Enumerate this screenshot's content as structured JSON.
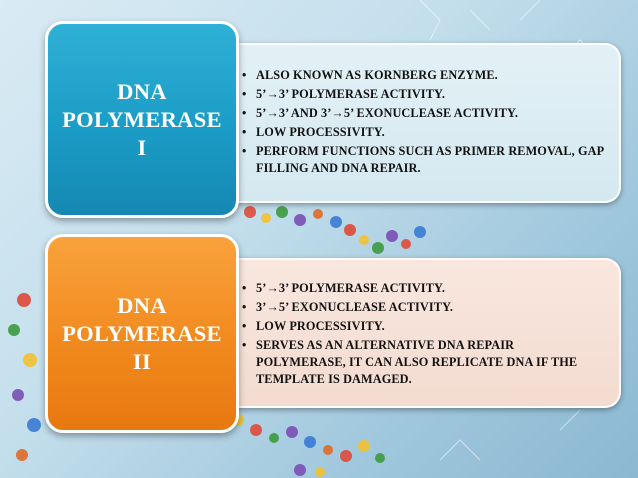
{
  "cards": [
    {
      "title_lines": [
        "DNA",
        "POLYMERASE",
        "I"
      ],
      "color": "#1a9cc6",
      "bullets": [
        "ALSO KNOWN AS KORNBERG ENZYME.",
        "5’→3’ POLYMERASE ACTIVITY.",
        "5’→3’ AND 3’→5’ EXONUCLEASE ACTIVITY.",
        "LOW PROCESSIVITY.",
        "PERFORM FUNCTIONS SUCH AS PRIMER REMOVAL, GAP FILLING AND DNA REPAIR."
      ]
    },
    {
      "title_lines": [
        "DNA",
        "POLYMERASE",
        "II"
      ],
      "color": "#f18a1e",
      "bullets": [
        "5’→3’ POLYMERASE ACTIVITY.",
        "3’→5’ EXONUCLEASE ACTIVITY.",
        "LOW PROCESSIVITY.",
        "SERVES AS AN ALTERNATIVE DNA REPAIR POLYMERASE, IT CAN ALSO REPLICATE DNA IF THE TEMPLATE IS DAMAGED."
      ]
    }
  ]
}
